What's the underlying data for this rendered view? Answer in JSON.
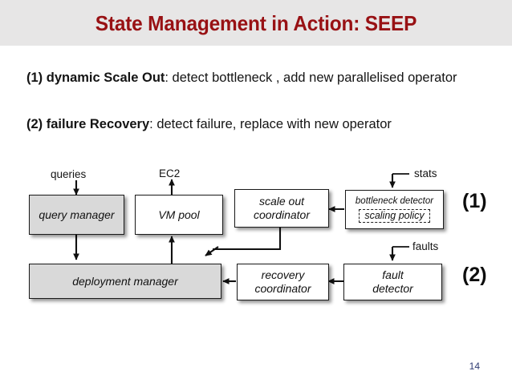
{
  "slide": {
    "title": "State Management in Action: SEEP",
    "page_number": "14",
    "title_color": "#981114",
    "header_bg": "#e7e6e6",
    "page_number_color": "#2f3b72"
  },
  "bullets": [
    {
      "bold": "(1) dynamic Scale Out",
      "rest": ": detect bottleneck , add new parallelised operator"
    },
    {
      "bold": "(2) failure Recovery",
      "rest": ": detect failure, replace with new operator"
    }
  ],
  "diagram": {
    "nodes": [
      {
        "id": "query-manager",
        "label": "query manager",
        "fill": "#d9d9d9"
      },
      {
        "id": "vm-pool",
        "label": "VM pool",
        "fill": "#ffffff"
      },
      {
        "id": "deployment-manager",
        "label": "deployment manager",
        "fill": "#d9d9d9"
      },
      {
        "id": "scale-out-coordinator",
        "line1": "scale out",
        "line2": "coordinator",
        "fill": "#ffffff"
      },
      {
        "id": "recovery-coordinator",
        "line1": "recovery",
        "line2": "coordinator",
        "fill": "#ffffff"
      },
      {
        "id": "bottleneck-detector",
        "label": "bottleneck detector",
        "inner": "scaling policy",
        "fill": "#ffffff"
      },
      {
        "id": "fault-detector",
        "line1": "fault",
        "line2": "detector",
        "fill": "#ffffff"
      }
    ],
    "labels": {
      "queries": "queries",
      "ec2": "EC2",
      "stats": "stats",
      "faults": "faults"
    },
    "annotations": {
      "one": "(1)",
      "two": "(2)"
    }
  }
}
